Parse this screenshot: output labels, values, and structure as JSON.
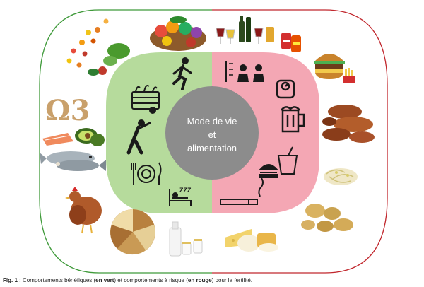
{
  "diagram": {
    "center_lines": [
      "Mode de vie",
      "et",
      "alimentation"
    ],
    "icons_left": [
      "vegetable-crate-icon",
      "running-woman-icon",
      "stretching-person-icon",
      "healthy-plate-icon",
      "sleeping-bed-icon"
    ],
    "icons_right": [
      "sedentary-screen-icon",
      "weighing-scale-icon",
      "beer-mug-icon",
      "fast-food-icon",
      "cigarette-icon"
    ],
    "food_left": [
      "vitamins-and-vegetables",
      "fruit-basket",
      "omega-3-letters",
      "salmon-and-avocado",
      "fish",
      "chicken",
      "grains-pie",
      "milk-and-yogurt"
    ],
    "food_right": [
      "wine-and-beer-glasses",
      "soda-cans",
      "burger-and-fries",
      "sausages-and-meat",
      "bean-sprouts",
      "potatoes",
      "cheeses"
    ],
    "omega_label": "Ω3",
    "sleep_label": "ZZZ",
    "colors": {
      "beneficial": "#3f9a3a",
      "risk": "#c1272d",
      "green_fill": "#b6db9c",
      "pink_fill": "#f4a7b4",
      "center_fill": "#8c8c8c",
      "icon": "#1a1a1a"
    }
  },
  "caption": {
    "prefix": "Fig. 1 :",
    "part1": " Comportements bénéfiques (",
    "green_word": "en vert",
    "part2": ") et comportements à risque (",
    "red_word": "en rouge",
    "part3": ") pour la fertilité."
  }
}
